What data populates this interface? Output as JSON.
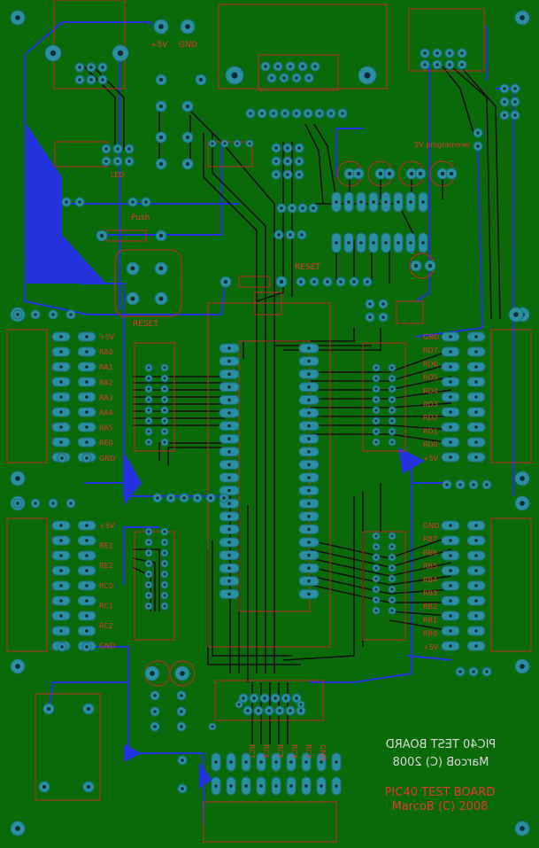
{
  "colors": {
    "board": "#0a6a0a",
    "trace": "#2233dd",
    "trace_top": "#111111",
    "pad": "#2a8fa0",
    "pad_hole": "#0b2a33",
    "silk": "#cfcfcf",
    "outline": "#c02828"
  },
  "title_silk": {
    "line1": "PIC40 TEST BOARD",
    "line2": "MarcoB (C) 2008"
  },
  "title_copper": {
    "line1": "PIC40 TEST BOARD",
    "line2": "MarcoB (C) 2008"
  },
  "labels": {
    "plus5v_top": "+5V",
    "gnd_top": "GND",
    "push": "Push",
    "reset_small": "RESET",
    "reset_big": "RESET",
    "programmer": "5V programmer",
    "led": "LED"
  },
  "left_top_header": [
    "+5V",
    "RA0",
    "RA1",
    "RA2",
    "RA3",
    "RA4",
    "RA5",
    "RE0",
    "GND"
  ],
  "left_bottom_header": [
    "+5V",
    "RE1",
    "RE2",
    "RC0",
    "RC1",
    "RC2",
    "GND"
  ],
  "right_top_header": [
    "GND",
    "RD7",
    "RD6",
    "RD5",
    "RD4",
    "RD3",
    "RD2",
    "RD1",
    "RD0",
    "+5V"
  ],
  "right_bottom_header": [
    "GND",
    "RB7",
    "RB6",
    "RB5",
    "RB4",
    "RB3",
    "RB2",
    "RB1",
    "RB0",
    "+5V"
  ],
  "bottom_header": [
    "RC7",
    "RC6",
    "RC5",
    "RC4",
    "RC3",
    "GND"
  ]
}
